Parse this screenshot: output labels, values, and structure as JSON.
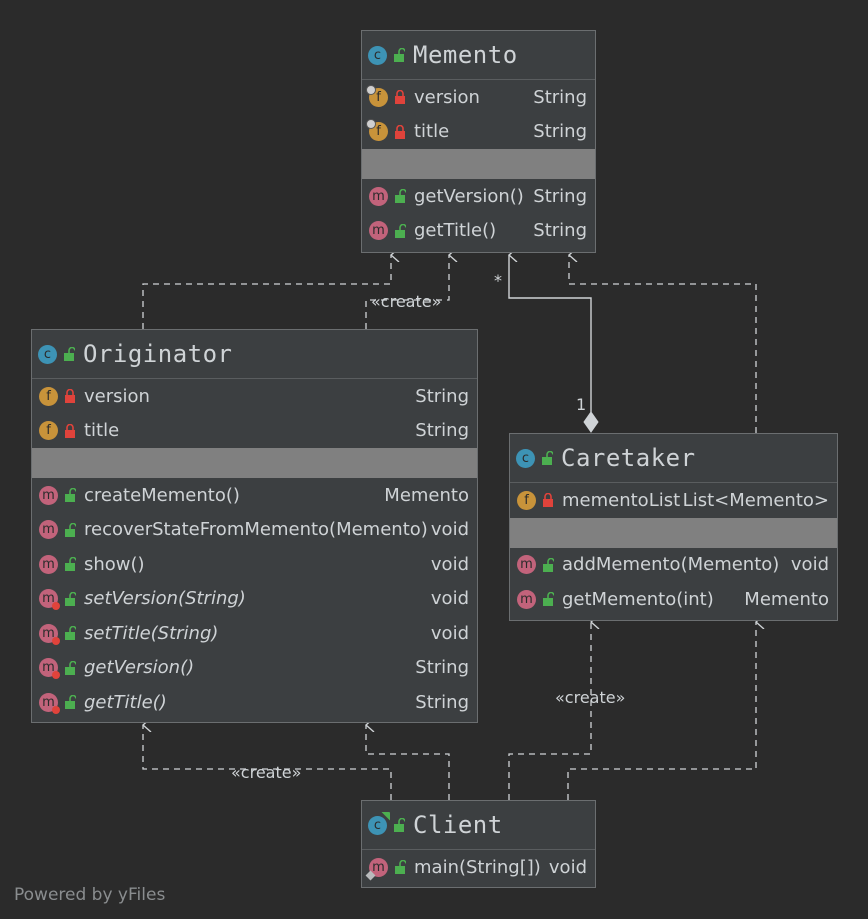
{
  "classes": {
    "memento": {
      "name": "Memento",
      "fields": [
        {
          "name": "version",
          "type": "String"
        },
        {
          "name": "title",
          "type": "String"
        }
      ],
      "methods": [
        {
          "name": "getVersion()",
          "type": "String"
        },
        {
          "name": "getTitle()",
          "type": "String"
        }
      ]
    },
    "originator": {
      "name": "Originator",
      "fields": [
        {
          "name": "version",
          "type": "String"
        },
        {
          "name": "title",
          "type": "String"
        }
      ],
      "methods": [
        {
          "name": "createMemento()",
          "type": "Memento"
        },
        {
          "name": "recoverStateFromMemento(Memento)",
          "type": "void"
        },
        {
          "name": "show()",
          "type": "void"
        },
        {
          "name": "setVersion(String)",
          "type": "void"
        },
        {
          "name": "setTitle(String)",
          "type": "void"
        },
        {
          "name": "getVersion()",
          "type": "String"
        },
        {
          "name": "getTitle()",
          "type": "String"
        }
      ]
    },
    "caretaker": {
      "name": "Caretaker",
      "fields": [
        {
          "name": "mementoList",
          "type": "List<Memento>"
        }
      ],
      "methods": [
        {
          "name": "addMemento(Memento)",
          "type": "void"
        },
        {
          "name": "getMemento(int)",
          "type": "Memento"
        }
      ]
    },
    "client": {
      "name": "Client",
      "methods": [
        {
          "name": "main(String[])",
          "type": "void"
        }
      ]
    }
  },
  "edge_labels": {
    "originator_create_memento": "«create»",
    "client_create_caretaker": "«create»",
    "client_create_originator": "«create»",
    "multiplicity_many": "*",
    "multiplicity_one": "1"
  },
  "footer": "Powered by yFiles",
  "colors": {
    "background": "#2b2b2b",
    "class_bg": "#3c3f41",
    "separator": "#808080",
    "class_badge": "#3d93b5",
    "field_badge": "#c8933a",
    "method_badge": "#c2637b",
    "lock_private": "#e0433b",
    "lock_public": "#4caf50",
    "edge": "#cfd3d6"
  },
  "icons": [
    "class-icon",
    "field-icon",
    "method-icon",
    "private-lock-icon",
    "public-lock-icon"
  ]
}
